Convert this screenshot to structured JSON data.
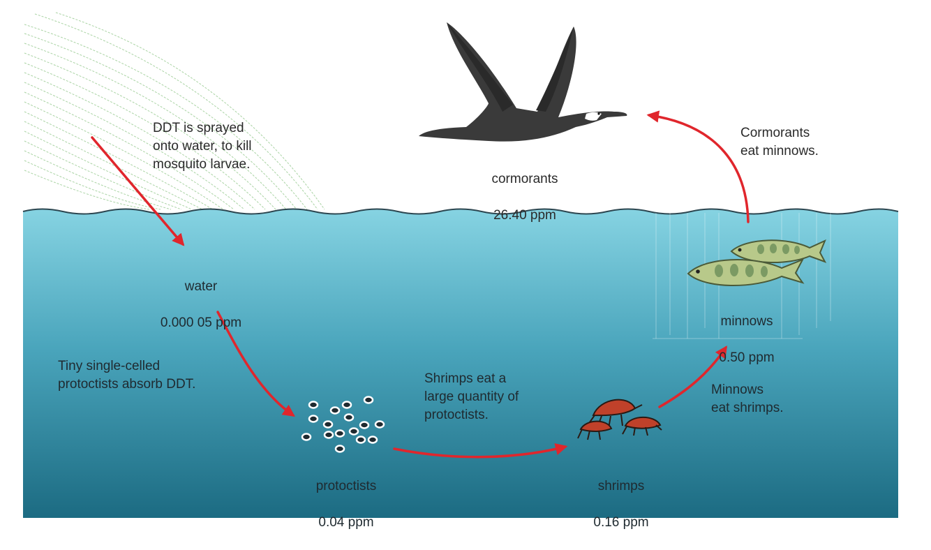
{
  "labels": {
    "spray_note": "DDT is sprayed\nonto water, to kill\nmosquito larvae.",
    "cormorant_note": "Cormorants\neat minnows.",
    "protoctist_note": "Tiny single-celled\nprotoctists absorb DDT.",
    "shrimp_note": "Shrimps eat a\nlarge quantity of\nprotoctists.",
    "minnow_note": "Minnows\neat shrimps."
  },
  "organisms": {
    "cormorants": {
      "name": "cormorants",
      "ppm": "26.40 ppm"
    },
    "water": {
      "name": "water",
      "ppm": "0.000 05 ppm"
    },
    "protoctists": {
      "name": "protoctists",
      "ppm": "0.04 ppm"
    },
    "shrimps": {
      "name": "shrimps",
      "ppm": "0.16 ppm"
    },
    "minnows": {
      "name": "minnows",
      "ppm": "0.50 ppm"
    }
  },
  "colors": {
    "water_top": "#7dcfdf",
    "water_bottom": "#1c6b82",
    "arrow": "#e0262c",
    "spray": "#9fcf9a",
    "bird": "#3a3a3a",
    "fish": "#b8c98a",
    "shrimp": "#c0412a"
  }
}
